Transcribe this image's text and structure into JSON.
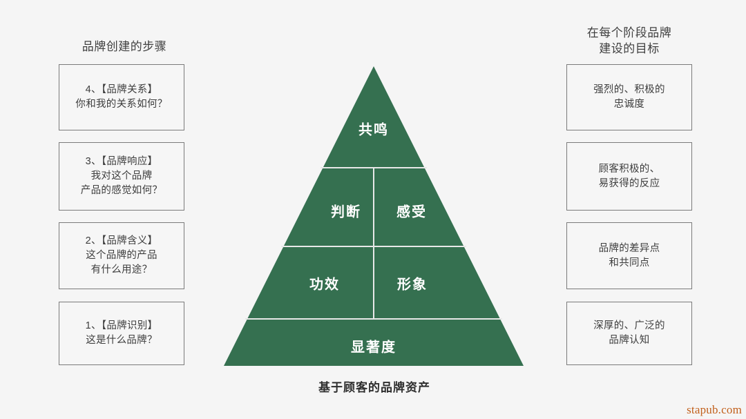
{
  "page": {
    "background_color": "#f5f5f5",
    "caption": "基于顾客的品牌资产",
    "watermark": "stapub.com",
    "watermark_color": "#c2601c"
  },
  "left_column": {
    "heading": "品牌创建的步骤",
    "boxes": [
      {
        "text": "4、【品牌关系】\n你和我的关系如何？"
      },
      {
        "text": "3、【品牌响应】\n我对这个品牌\n产品的感觉如何？"
      },
      {
        "text": "2、【品牌含义】\n这个品牌的产品\n有什么用途？"
      },
      {
        "text": "1、【品牌识别】\n这是什么品牌？"
      }
    ]
  },
  "right_column": {
    "heading": "在每个阶段品牌\n建设的目标",
    "boxes": [
      {
        "text": "强烈的、积极的\n忠诚度"
      },
      {
        "text": "顾客积极的、\n易获得的反应"
      },
      {
        "text": "品牌的差异点\n和共同点"
      },
      {
        "text": "深厚的、广泛的\n品牌认知"
      }
    ]
  },
  "pyramid": {
    "fill_color": "#357050",
    "divider_color": "#e8e8e8",
    "label_color": "#ffffff",
    "levels": [
      {
        "id": "resonance",
        "label": "共鸣",
        "tier": 4
      },
      {
        "id": "judgment",
        "label": "判断",
        "tier": 3
      },
      {
        "id": "feelings",
        "label": "感受",
        "tier": 3
      },
      {
        "id": "performance",
        "label": "功效",
        "tier": 2
      },
      {
        "id": "imagery",
        "label": "形象",
        "tier": 2
      },
      {
        "id": "salience",
        "label": "显著度",
        "tier": 1
      }
    ]
  }
}
